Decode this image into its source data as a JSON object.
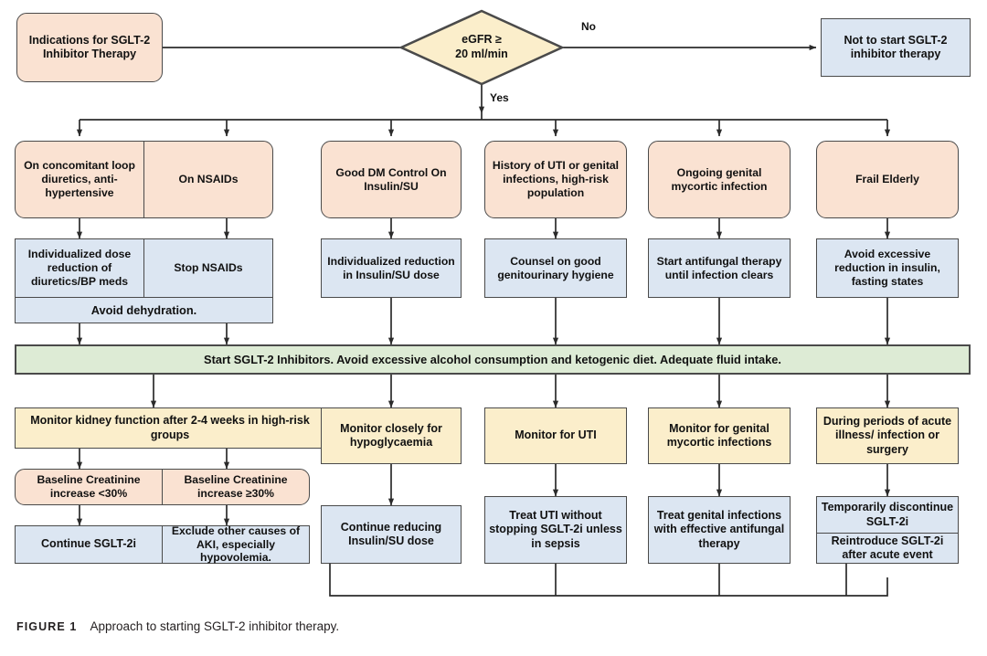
{
  "figure": {
    "label": "FIGURE 1",
    "caption": "Approach to starting SGLT-2 inhibitor therapy."
  },
  "colors": {
    "peach": "#fae2d2",
    "blue": "#dce6f2",
    "cream": "#fbeecb",
    "green": "#ddebd5",
    "stroke": "#4a4a4a",
    "text": "#111111"
  },
  "start": {
    "label": "Indications for SGLT-2 Inhibitor Therapy"
  },
  "decision": {
    "label": "eGFR ≥ 20 ml/min",
    "line1": "eGFR ≥",
    "line2": "20 ml/min",
    "yes_label": "Yes",
    "no_label": "No"
  },
  "no_branch": {
    "label": "Not to start SGLT-2 inhibitor therapy"
  },
  "branches": [
    {
      "id": "loop-diuretics",
      "condition": "On concomitant loop diuretics, anti-hypertensive",
      "action": "Individualized dose reduction of diuretics/BP meds"
    },
    {
      "id": "nsaids",
      "condition": "On NSAIDs",
      "action": "Stop NSAIDs"
    },
    {
      "id": "dm-control",
      "condition": "Good DM Control On Insulin/SU",
      "action": "Individualized reduction in Insulin/SU dose"
    },
    {
      "id": "uti-history",
      "condition": "History of UTI or genital infections, high-risk population",
      "action": "Counsel on good genitourinary hygiene"
    },
    {
      "id": "mycotic-infection",
      "condition": "Ongoing genital mycortic infection",
      "action": "Start antifungal therapy until infection clears"
    },
    {
      "id": "frail-elderly",
      "condition": "Frail Elderly",
      "action": "Avoid excessive reduction in insulin, fasting states"
    }
  ],
  "shared_action": {
    "label": "Avoid dehydration."
  },
  "start_bar": {
    "label": "Start SGLT-2 Inhibitors. Avoid excessive alcohol consumption and ketogenic diet. Adequate fluid intake."
  },
  "monitoring": [
    {
      "id": "kidney-function",
      "label": "Monitor kidney function after 2-4 weeks in high-risk groups"
    },
    {
      "id": "hypoglycaemia",
      "label": "Monitor closely for hypoglycaemia"
    },
    {
      "id": "uti",
      "label": "Monitor for UTI"
    },
    {
      "id": "genital-mycortic",
      "label": "Monitor for genital mycortic infections"
    },
    {
      "id": "acute-illness",
      "label": "During periods of acute illness/ infection or surgery"
    }
  ],
  "creatinine": [
    {
      "id": "creat-lt30",
      "label": "Baseline Creatinine increase <30%"
    },
    {
      "id": "creat-gte30",
      "label": "Baseline Creatinine increase ≥30%"
    }
  ],
  "outcomes": [
    {
      "id": "continue-sglt2i",
      "label": "Continue SGLT-2i"
    },
    {
      "id": "exclude-aki",
      "label": "Exclude other causes of AKI, especially hypovolemia."
    },
    {
      "id": "continue-reducing",
      "label": "Continue reducing Insulin/SU dose"
    },
    {
      "id": "treat-uti",
      "label": "Treat UTI without stopping SGLT-2i unless in sepsis"
    },
    {
      "id": "treat-genital",
      "label": "Treat genital infections with effective antifungal therapy"
    },
    {
      "id": "temporarily-discontinue",
      "label": "Temporarily discontinue SGLT-2i"
    },
    {
      "id": "reintroduce",
      "label": "Reintroduce SGLT-2i after acute event"
    }
  ]
}
